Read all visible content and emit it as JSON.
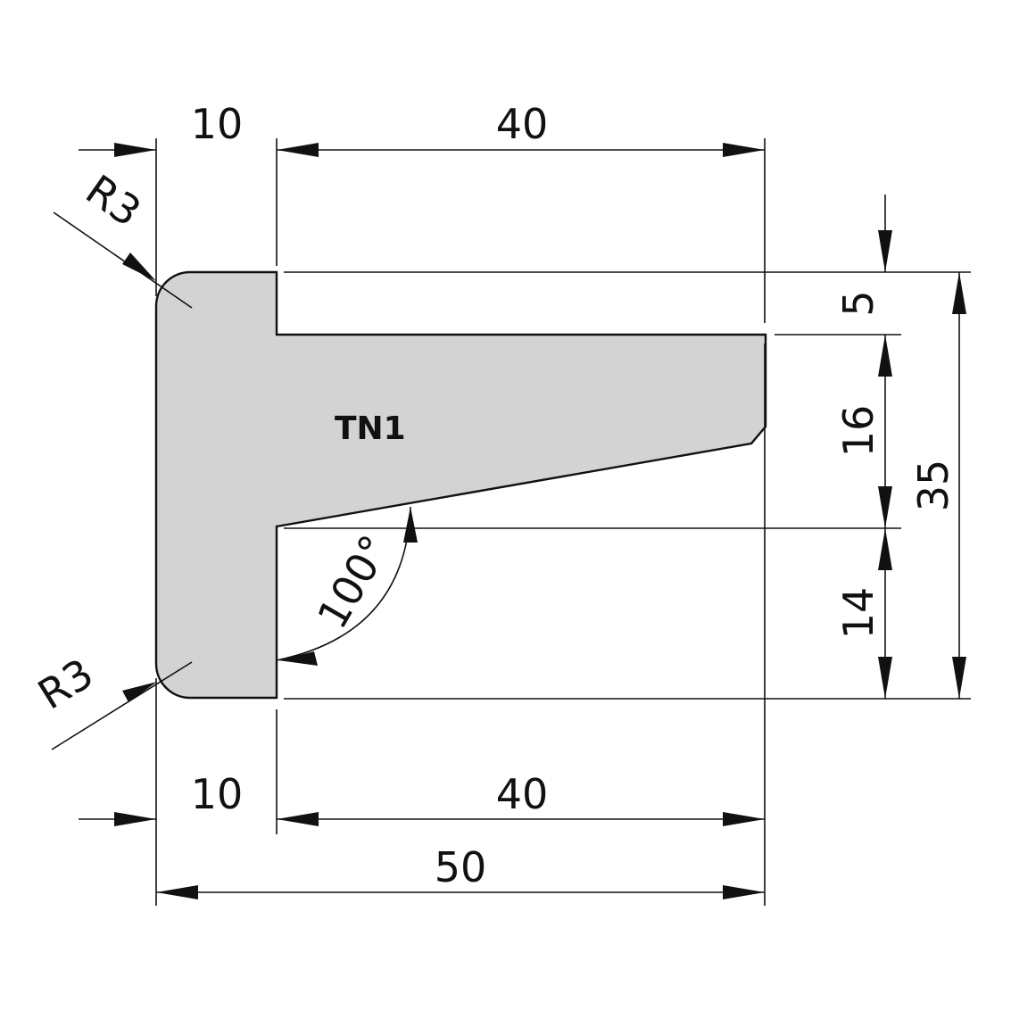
{
  "part_label": "TN1",
  "colors": {
    "fill": "#d3d3d3",
    "line": "#111111",
    "background": "#ffffff"
  },
  "dimensions": {
    "top_left_width": "10",
    "top_right_width": "40",
    "bottom_left_width": "10",
    "bottom_right_width": "40",
    "overall_width": "50",
    "top_height": "5",
    "middle_height": "16",
    "bottom_height": "14",
    "overall_height": "35",
    "radius_top": "R3",
    "radius_bottom": "R3",
    "angle": "100°"
  }
}
